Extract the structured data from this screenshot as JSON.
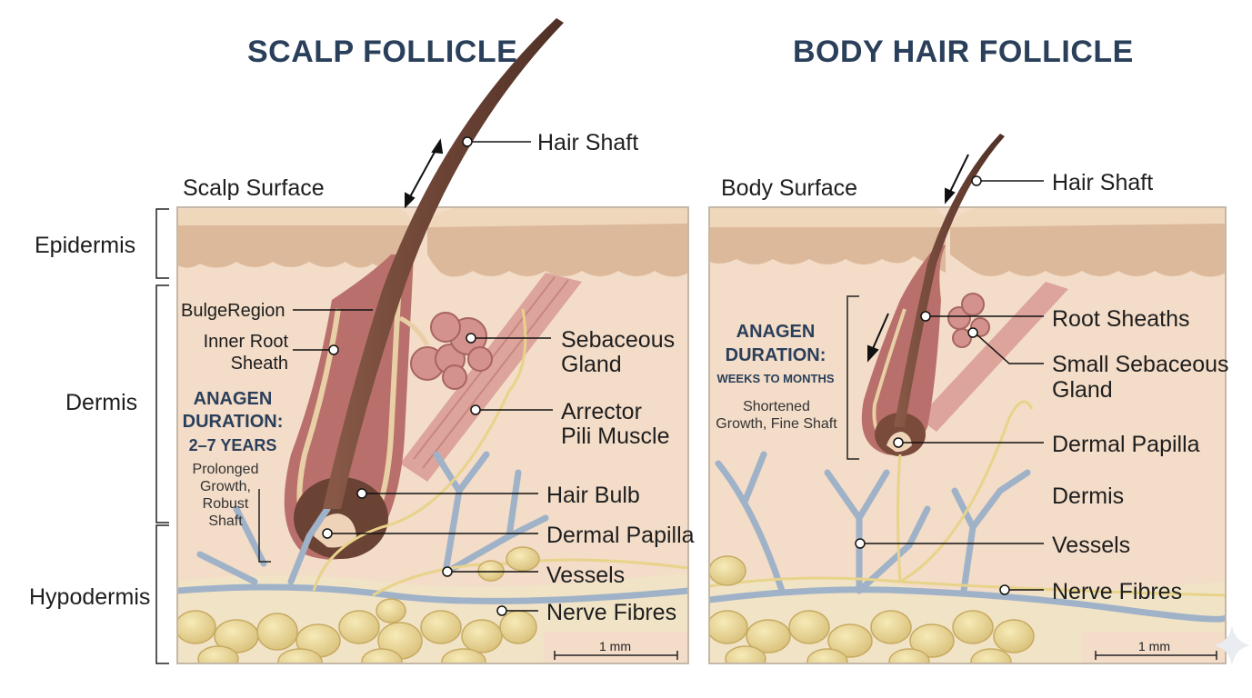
{
  "scalp": {
    "title": "SCALP FOLLICLE",
    "surface": "Scalp Surface",
    "layers": {
      "epidermis": "Epidermis",
      "dermis": "Dermis",
      "hypodermis": "Hypodermis"
    },
    "labels": {
      "hair_shaft": "Hair Shaft",
      "bulge_region": "BulgeRegion",
      "inner_root_sheath_1": "Inner Root",
      "inner_root_sheath_2": "Sheath",
      "sebaceous_1": "Sebaceous",
      "sebaceous_2": "Gland",
      "arrector_1": "Arrector",
      "arrector_2": "Pili Muscle",
      "hair_bulb": "Hair Bulb",
      "dermal_papilla": "Dermal Papilla",
      "vessels": "Vessels",
      "nerve_fibres": "Nerve Fibres"
    },
    "anagen": {
      "line1": "ANAGEN",
      "line2": "DURATION:",
      "line3": "2–7 YEARS",
      "note1": "Prolonged",
      "note2": "Growth,",
      "note3": "Robust",
      "note4": "Shaft"
    },
    "scale": "1 mm"
  },
  "body": {
    "title": "BODY HAIR FOLLICLE",
    "surface": "Body Surface",
    "labels": {
      "hair_shaft": "Hair Shaft",
      "root_sheaths": "Root Sheaths",
      "small_sebaceous_1": "Small Sebaceous",
      "small_sebaceous_2": "Gland",
      "dermal_papilla": "Dermal Papilla",
      "dermis": "Dermis",
      "vessels": "Vessels",
      "nerve_fibres": "Nerve Fibres"
    },
    "anagen": {
      "line1": "ANAGEN",
      "line2": "DURATION:",
      "line3": "WEEKS TO MONTHS",
      "note1": "Shortened",
      "note2": "Growth, Fine Shaft"
    },
    "scale": "1 mm"
  },
  "colors": {
    "title": "#2a3f5a",
    "skin": "#f3dcc8",
    "epidermis": "#dcb99a",
    "hair": "#6b4335",
    "follicle": "#b9706c",
    "muscle": "#d89a94",
    "vessel": "#9fb2c8",
    "nerve": "#e8d38a",
    "fat": "#ecd99a"
  }
}
